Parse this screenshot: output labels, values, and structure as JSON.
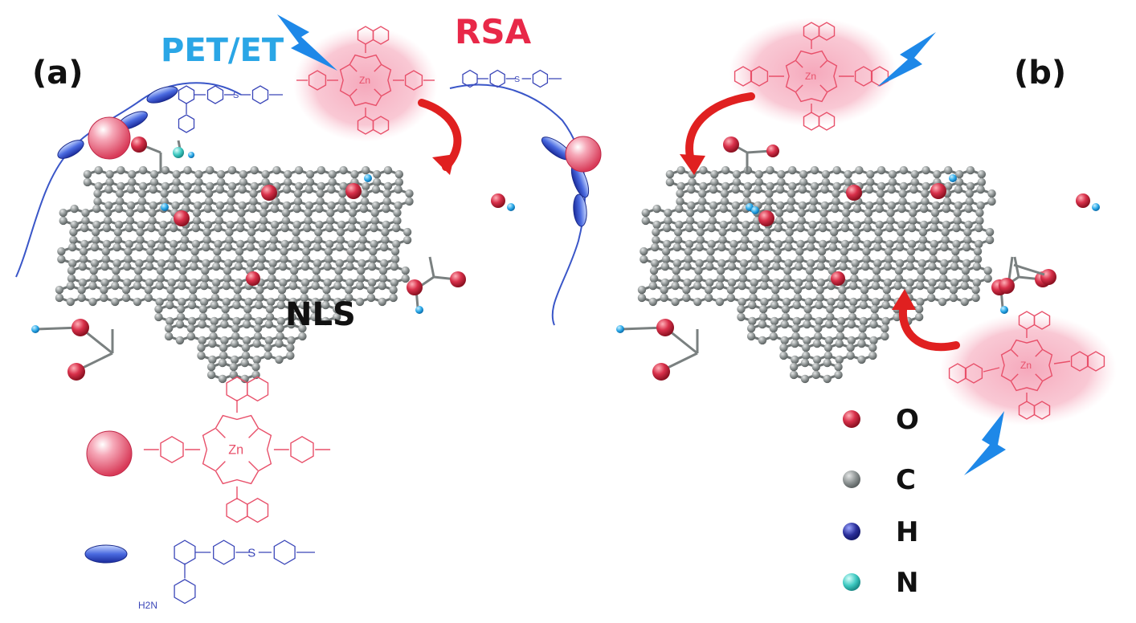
{
  "panels": {
    "a": {
      "label": "(a)"
    },
    "b": {
      "label": "(b)"
    }
  },
  "annotations": {
    "pet_et": "PET/ET",
    "rsa": "RSA",
    "nls": "NLS",
    "zn": "Zn",
    "n_atom": "N",
    "o_atom": "O",
    "s_atom": "S",
    "h2n": "H2N"
  },
  "legend": [
    {
      "key": "oxygen",
      "label": "O",
      "color": "#c8304a"
    },
    {
      "key": "carbon",
      "label": "C",
      "color": "#8a8f8f"
    },
    {
      "key": "hydrogen",
      "label": "H",
      "color": "#2a2f8f"
    },
    {
      "key": "nitrogen",
      "label": "N",
      "color": "#3cc8c0"
    }
  ],
  "colors": {
    "porphyrin": "#e8506a",
    "linker": "#3a46b8",
    "arrow": "#e02020",
    "lightning": "#1e88e8",
    "glow": "#f7b6c4",
    "graphene": "#7f8585"
  },
  "icons": [
    "lightning-icon",
    "curved-arrow-icon",
    "porphyrin-sphere-icon",
    "linker-ellipse-icon"
  ]
}
